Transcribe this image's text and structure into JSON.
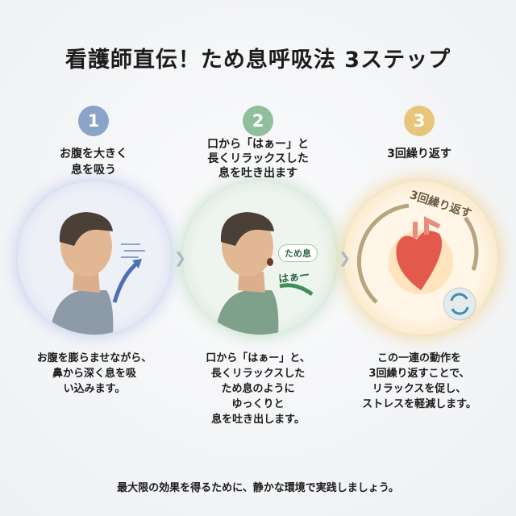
{
  "title": "看護師直伝！ため息呼吸法 3ステップ",
  "steps": [
    {
      "number": "1",
      "heading": "お腹を大きく\n息を吸う",
      "description": "お腹を膨らませながら、\n鼻から深く息を吸\nい込みます。",
      "color": "#8aa3c9"
    },
    {
      "number": "2",
      "heading": "口から「はぁー」と\n長くリラックスした\n息を吐き出ます",
      "description": "口から「はぁー」と、\n長くリラックスした\nため息のように\nゆっくりと\n息を吐き出します。",
      "color": "#8fbf9c",
      "bubble": "ため息",
      "sound": "はぁー"
    },
    {
      "number": "3",
      "heading": "3回繰り返す",
      "description": "この一連の動作を\n3回繰り返すことで、\nリラックスを促し、\nストレスを軽減します。",
      "color": "#e8c57a",
      "ring_label": "3回繰り返す"
    }
  ],
  "footer": "最大限の効果を得るために、静かな環境で実践しましょう。"
}
